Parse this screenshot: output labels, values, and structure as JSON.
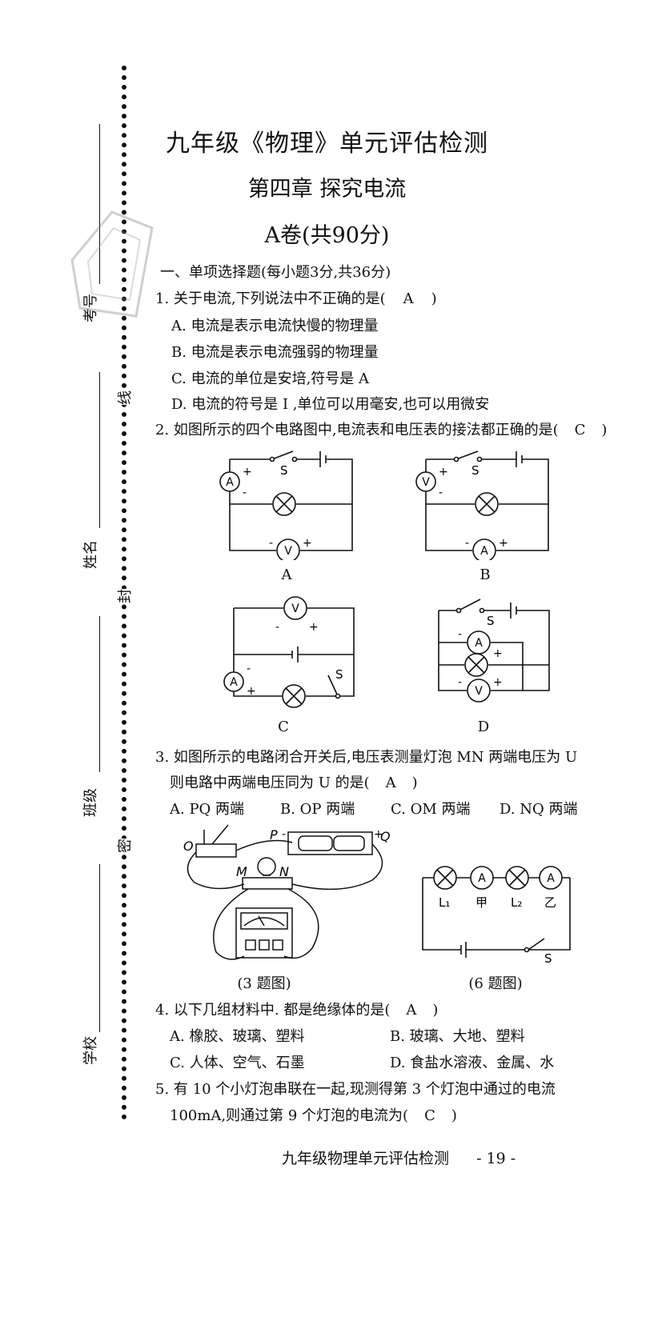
{
  "header": {
    "title": "九年级《物理》单元评估检测",
    "chapter": "第四章 探究电流",
    "paper": "A卷(共90分)"
  },
  "binding": {
    "labels": [
      "考号",
      "姓名",
      "班级",
      "学校"
    ],
    "seal_marks": [
      "线",
      "封",
      "密"
    ]
  },
  "section1": {
    "heading": "一、单项选择题(每小题3分,共36分)"
  },
  "q1": {
    "stem": "1. 关于电流,下列说法中不正确的是(",
    "answer": "A",
    "close": ")",
    "options": [
      "A. 电流是表示电流快慢的物理量",
      "B. 电流是表示电流强弱的物理量",
      "C. 电流的单位是安培,符号是 A",
      "D. 电流的符号是 I ,单位可以用毫安,也可以用微安"
    ]
  },
  "q2": {
    "stem": "2. 如图所示的四个电路图中,电流表和电压表的接法都正确的是(",
    "answer": "C",
    "close": ")",
    "fig_labels": [
      "A",
      "B",
      "C",
      "D"
    ],
    "meter_ammeter": "A",
    "meter_voltmeter": "V",
    "switch": "S",
    "plus": "+",
    "minus": "-"
  },
  "q3": {
    "stem_line1": "3. 如图所示的电路闭合开关后,电压表测量灯泡 MN 两端电压为 U",
    "stem_line2": "则电路中两端电压同为 U 的是(",
    "answer": "A",
    "close": ")",
    "options": [
      "A. PQ 两端",
      "B. OP 两端",
      "C. OM 两端",
      "D. NQ 两端"
    ],
    "fig3_caption": "(3 题图)",
    "fig6_caption": "(6 题图)",
    "fig3_labels": [
      "O",
      "P",
      "Q",
      "M",
      "N"
    ],
    "fig6_labels": [
      "L₁",
      "甲",
      "L₂",
      "乙",
      "S"
    ]
  },
  "q4": {
    "stem": "4. 以下几组材料中. 都是绝缘体的是(",
    "answer": "A",
    "close": ")",
    "options": [
      "A. 橡胶、玻璃、塑料",
      "B. 玻璃、大地、塑料",
      "C. 人体、空气、石墨",
      "D. 食盐水溶液、金属、水"
    ]
  },
  "q5": {
    "line1": "5. 有 10 个小灯泡串联在一起,现测得第 3 个灯泡中通过的电流",
    "line2": "100mA,则通过第 9 个灯泡的电流为(",
    "answer": "C",
    "close": ")"
  },
  "footer": {
    "text": "九年级物理单元评估检测",
    "page": "- 19 -"
  }
}
